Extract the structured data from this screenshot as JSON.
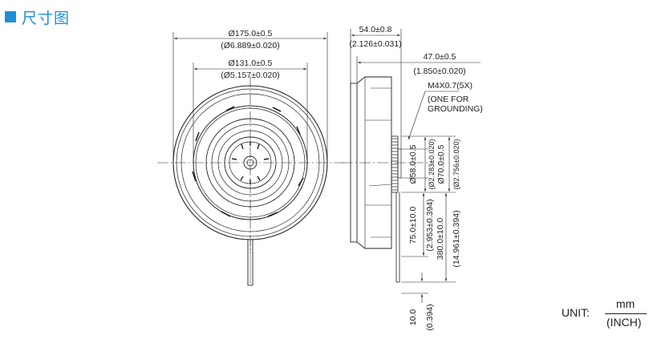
{
  "header": {
    "title": "尺寸图",
    "accent_color": "#1e8fd6"
  },
  "front_view": {
    "outer_diameter": {
      "mm": "Ø175.0±0.5",
      "inch": "(Ø6.889±0.020)"
    },
    "inner_diameter": {
      "mm": "Ø131.0±0.5",
      "inch": "(Ø5.157±0.020)"
    }
  },
  "side_view": {
    "overall_width": {
      "mm": "54.0±0.8",
      "inch": "(2.126±0.031)"
    },
    "body_width": {
      "mm": "47.0±0.5",
      "inch": "(1.850±0.020)"
    },
    "screw_note": [
      "M4X0.7(5X)",
      "(ONE FOR",
      "GROUNDING)"
    ],
    "hub_diameter_1": {
      "mm": "Ø58.0±0.5",
      "inch": "(Ø2.283±0.020)"
    },
    "hub_diameter_2": {
      "mm": "Ø70.0±0.5",
      "inch": "(Ø2.756±0.020)"
    },
    "lead_offset": {
      "mm": "75.0±10.0",
      "inch": "(2.953±0.394)"
    },
    "lead_length": {
      "mm": "380.0±10.0",
      "inch": "(14.961±0.394)"
    },
    "strip_length": {
      "mm": "10.0",
      "inch": "(0.394)"
    }
  },
  "unit": {
    "label": "UNIT:",
    "numerator": "mm",
    "denominator": "(INCH)"
  }
}
